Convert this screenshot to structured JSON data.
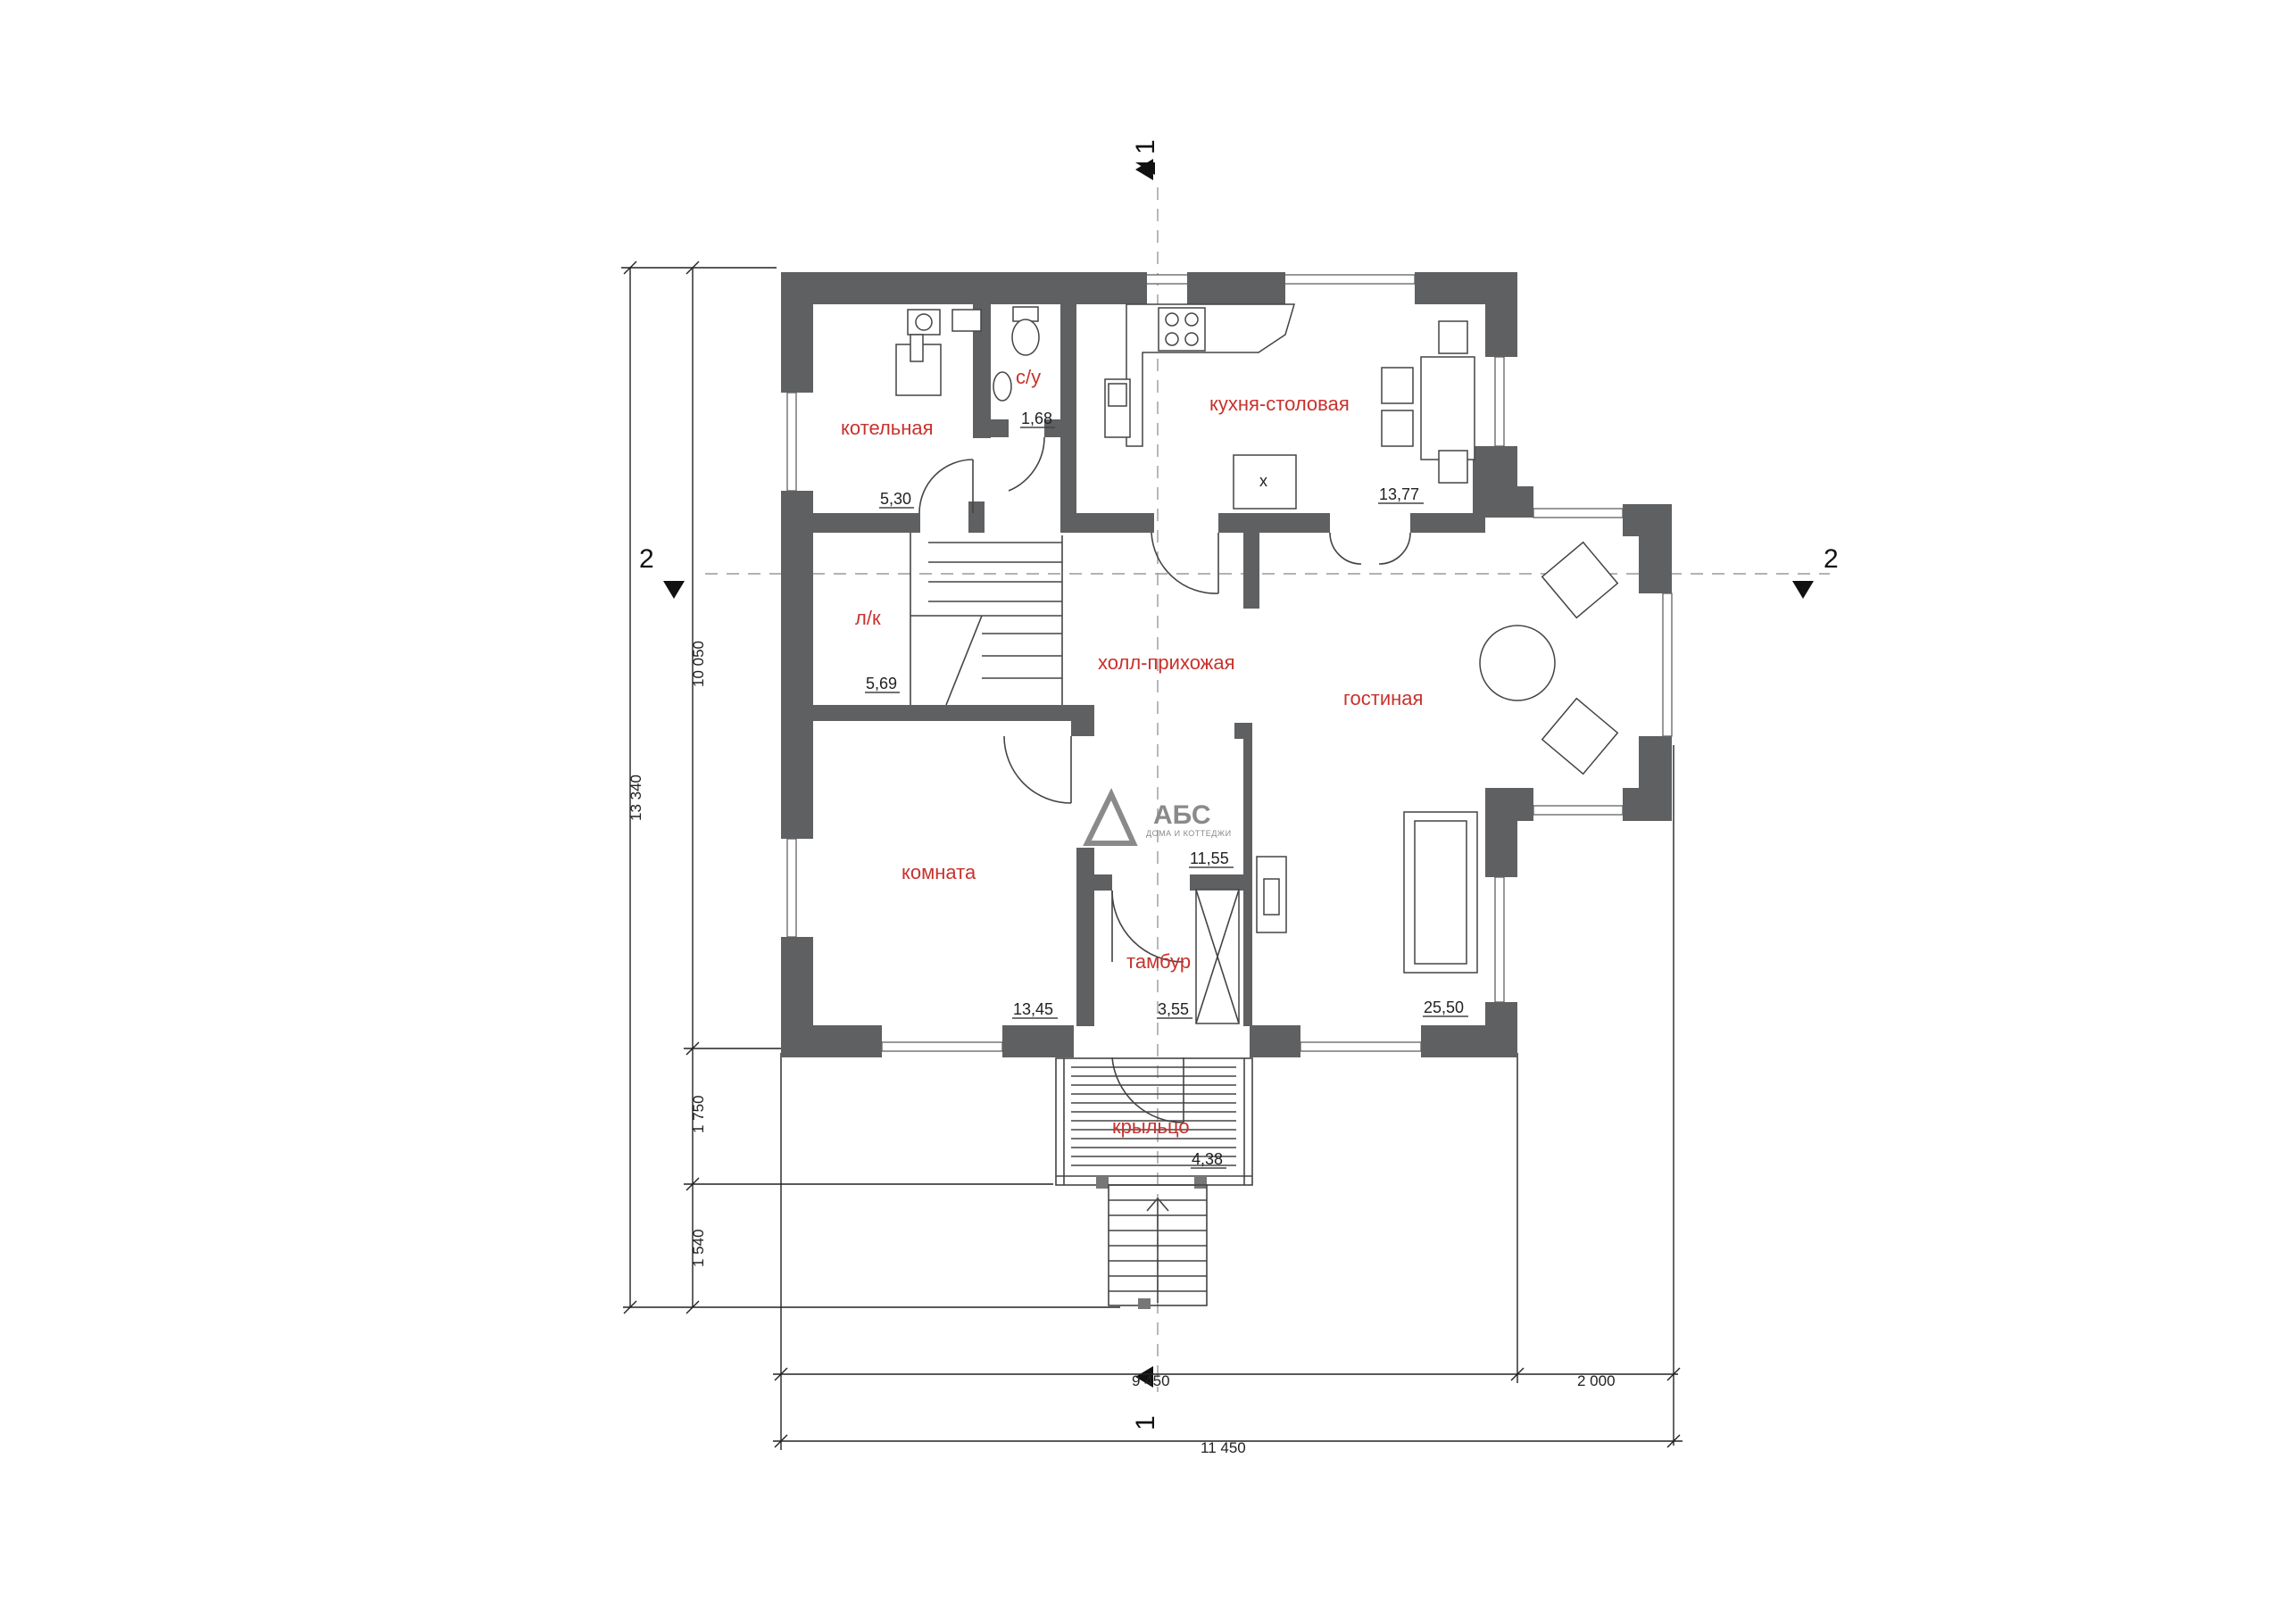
{
  "rooms": {
    "boiler": {
      "label": "котельная",
      "area": "5,30"
    },
    "wc": {
      "label": "с/у",
      "area": "1,68"
    },
    "kitchen": {
      "label": "кухня-столовая",
      "area": "13,77"
    },
    "storage": {
      "label": "л/к",
      "area": "5,69"
    },
    "hall": {
      "label": "холл-прихожая",
      "area": "11,55"
    },
    "living": {
      "label": "гостиная",
      "area": "25,50"
    },
    "bedroom": {
      "label": "комната",
      "area": "13,45"
    },
    "vestibule": {
      "label": "тамбур",
      "area": "3,55"
    },
    "porch": {
      "label": "крыльцо",
      "area": "4,38"
    }
  },
  "dimensions": {
    "total_height": "13 340",
    "main_height": "10 050",
    "porch_depth": "1 750",
    "stairs_depth": "1 540",
    "main_width": "9 450",
    "bay_width": "2 000",
    "total_width": "11 450"
  },
  "sections": {
    "s1_top": "1",
    "s1_bottom": "1",
    "s2_left": "2",
    "s2_right": "2"
  },
  "logo": {
    "name": "АБС",
    "tagline": "ДОМА И КОТТЕДЖИ"
  },
  "kitchen_island_mark": "x",
  "colors": {
    "wall": "#5f6062",
    "room_label": "#c8322d"
  }
}
